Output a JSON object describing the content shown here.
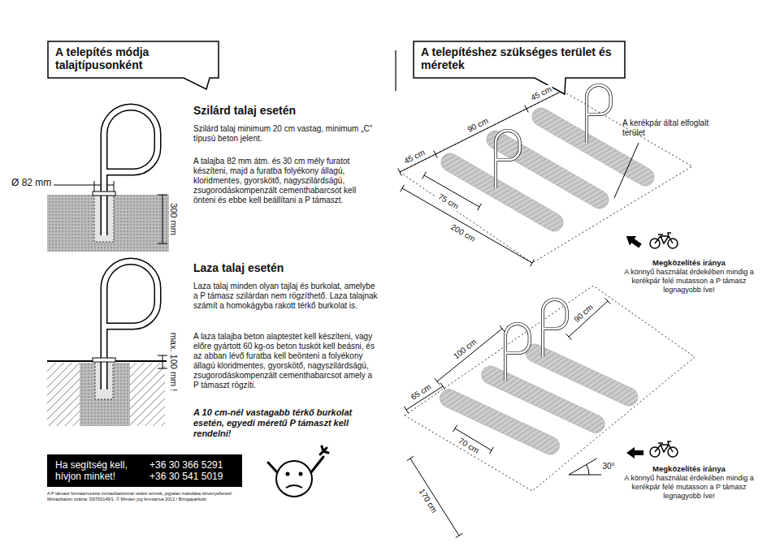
{
  "diagram": {
    "nodes": [
      {
        "text": [
          "A telepítés módja talajtípusonként"
        ]
      },
      {
        "text": [
          "A telepítéshez szükséges terület és méretek"
        ]
      },
      {
        "text": [
          "Ha segítség kell, hívjon minket!",
          "+36 30 366 5291 +36 30 541 5019"
        ]
      }
    ],
    "labels": [
      "Szilárd talaj esetén",
      "Szilárd talaj minimum 20 cm vastag, minimum „C” típusú beton jelent.",
      "A talajba 82 mm átm. és 30 cm mély furatot készíteni, majd a furatba folyékony állagú, kloridmentes, gyorskötő, nagyszilárdságú, zsugorodáskompenzált cementhabarcsot kell önteni és ebbe kell beállítani a P támaszt.",
      "Ø 82 mm",
      "300 mm",
      "Laza talaj esetén",
      "Laza talaj minden olyan tajlaj és burkolat, amelybe a P támasz szilárdan nem rögzíthető. Laza talajnak számít a homokágyba rakott térkő burkolat is.",
      "A laza talajba beton alaptestet kell készíteni, vagy előre gyártott 60 kg-os beton tuskót kell beásni, és az abban lévő furatba kell beönteni a folyékony állagú kloridmentes, gyorskötő, nagyszilárdságú, zsugorodáskompenzált cementhabarcsot amely a P támaszt rögzíti.",
      "max. 100 mm !",
      "A 10 cm-nél vastagabb térkő burkolat esetén, egyedi méretű P támaszt kell rendelni!",
      "45 cm",
      "90 cm",
      "45 cm",
      "75 cm",
      "200 cm",
      "A kerékpár által elfoglalt terület",
      "Megközelítés iránya",
      "A könnyű használat érdekében mindig a kerékpár felé mutasson a P támasz legnagyobb íve!",
      "90 cm",
      "100 cm",
      "65 cm",
      "70 cm",
      "30°",
      "170 cm",
      "Megközelítés iránya",
      "A könnyű használat érdekében mindig a kerékpár felé mutasson a P támasz legnagyobb íve!",
      "A P támasz formatervezési mintaoltalommal védett termék, jogtalan másolása törvényellenes!",
      "Mintaoltalom száma: D0700149/1. © Minden jog fenntartva 2012 / Bringaparkoló"
    ]
  }
}
